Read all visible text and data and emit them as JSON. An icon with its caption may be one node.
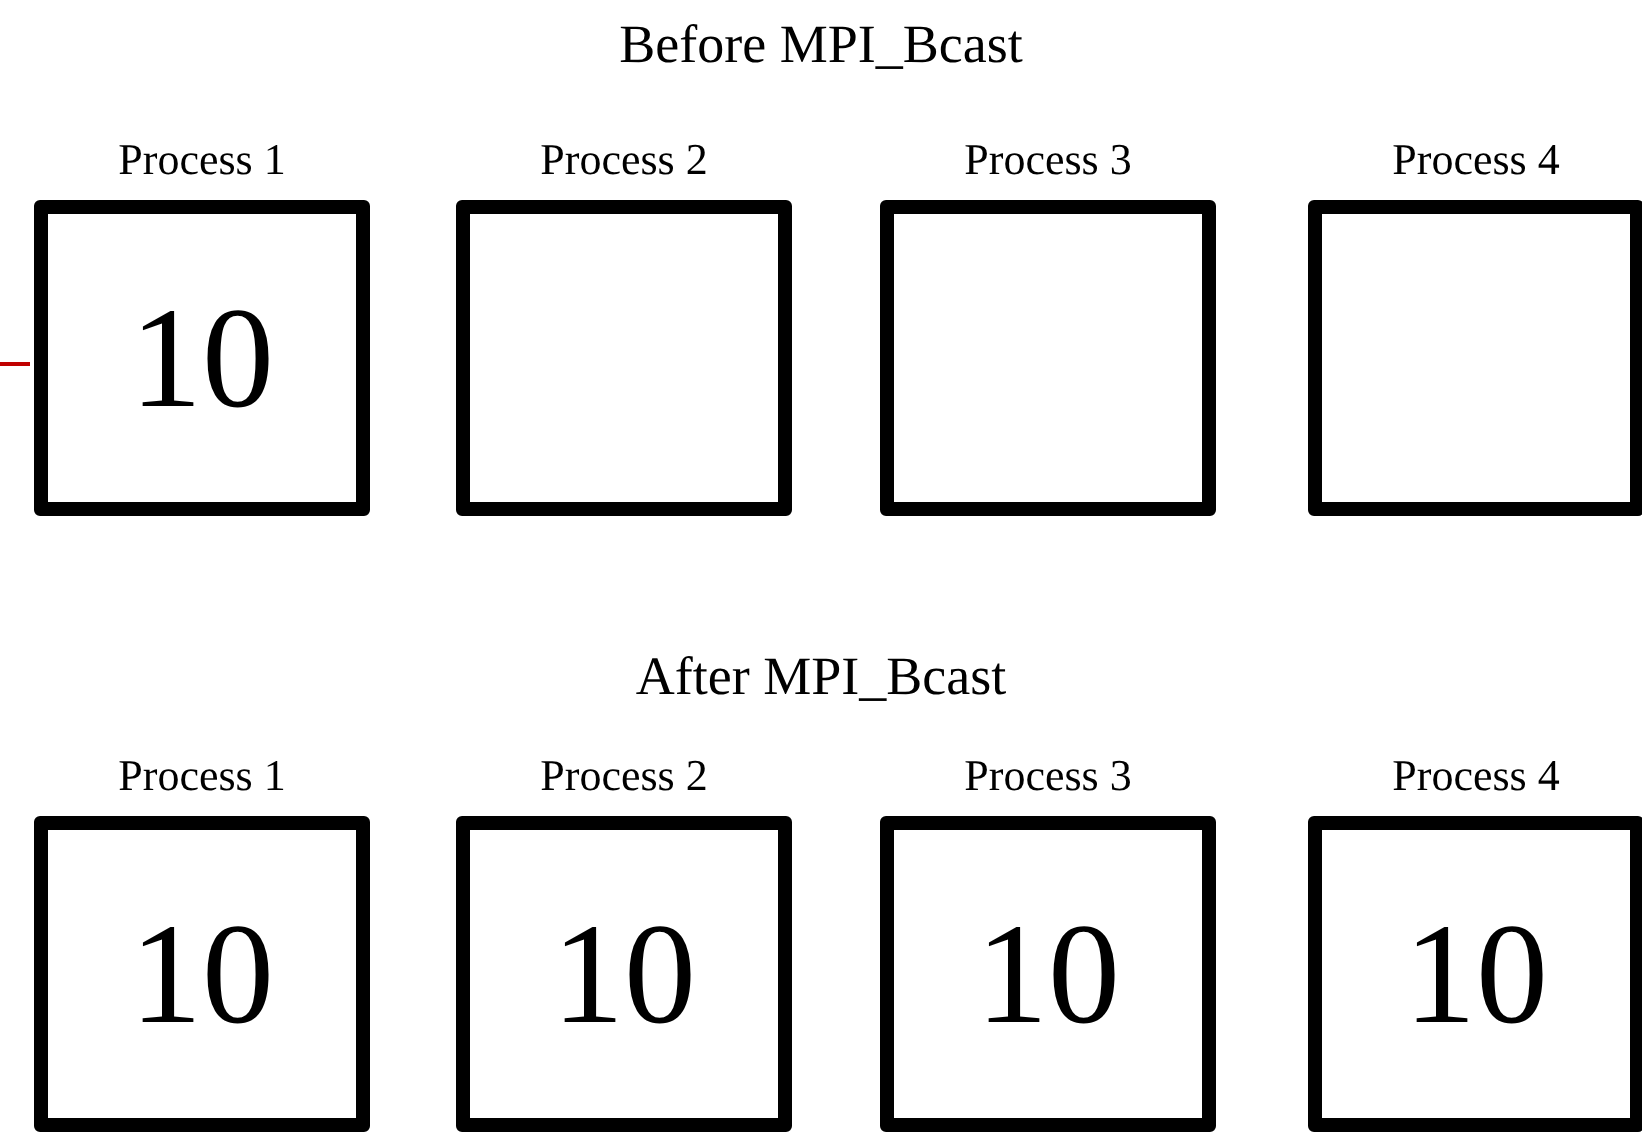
{
  "diagram": {
    "nodes": [
      {
        "text": [
          "Process 1",
          "10"
        ]
      },
      {
        "text": [
          "Process 2"
        ]
      },
      {
        "text": [
          "Process 3"
        ]
      },
      {
        "text": [
          "Process 4"
        ]
      },
      {
        "text": [
          "Process 1",
          "10"
        ]
      },
      {
        "text": [
          "Process 2",
          "10"
        ]
      },
      {
        "text": [
          "Process 3",
          "10"
        ]
      },
      {
        "text": [
          "Process 4",
          "10"
        ]
      }
    ],
    "labels": [
      "Before MPI_Bcast",
      "After MPI_Bcast"
    ]
  }
}
